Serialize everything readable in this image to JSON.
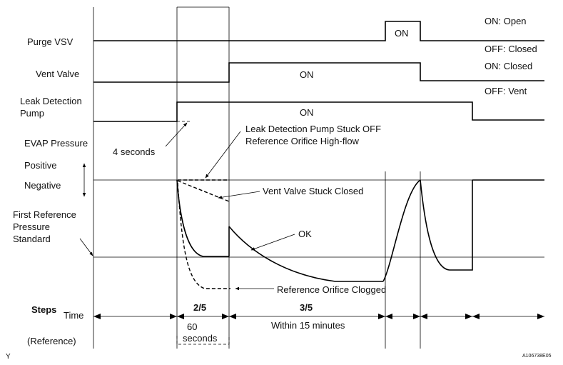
{
  "signals": {
    "purge_vsv": "Purge VSV",
    "vent_valve": "Vent Valve",
    "leak_pump_line1": "Leak Detection",
    "leak_pump_line2": "Pump",
    "evap_pressure": "EVAP Pressure",
    "positive": "Positive",
    "negative": "Negative",
    "first_ref_line1": "First Reference",
    "first_ref_line2": "Pressure",
    "first_ref_line3": "Standard"
  },
  "states": {
    "purge_on": "ON: Open",
    "purge_off": "OFF: Closed",
    "vent_on": "ON: Closed",
    "vent_off": "OFF: Vent"
  },
  "pulses": {
    "purge_on": "ON",
    "vent_on": "ON",
    "pump_on": "ON"
  },
  "annotations": {
    "four_seconds": "4 seconds",
    "pump_stuck_line1": "Leak Detection Pump Stuck OFF",
    "pump_stuck_line2": "Reference Orifice High-flow",
    "vent_stuck": "Vent Valve Stuck Closed",
    "ok": "OK",
    "orifice_clogged": "Reference Orifice Clogged"
  },
  "steps_row": {
    "steps": "Steps",
    "time": "Time",
    "reference": "(Reference)",
    "step_2_5": "2/5",
    "step_3_5": "3/5",
    "sixty_line1": "60",
    "sixty_line2": "seconds",
    "within": "Within 15 minutes"
  },
  "corner": {
    "left_mark": "Y",
    "code": "A106738E05"
  }
}
